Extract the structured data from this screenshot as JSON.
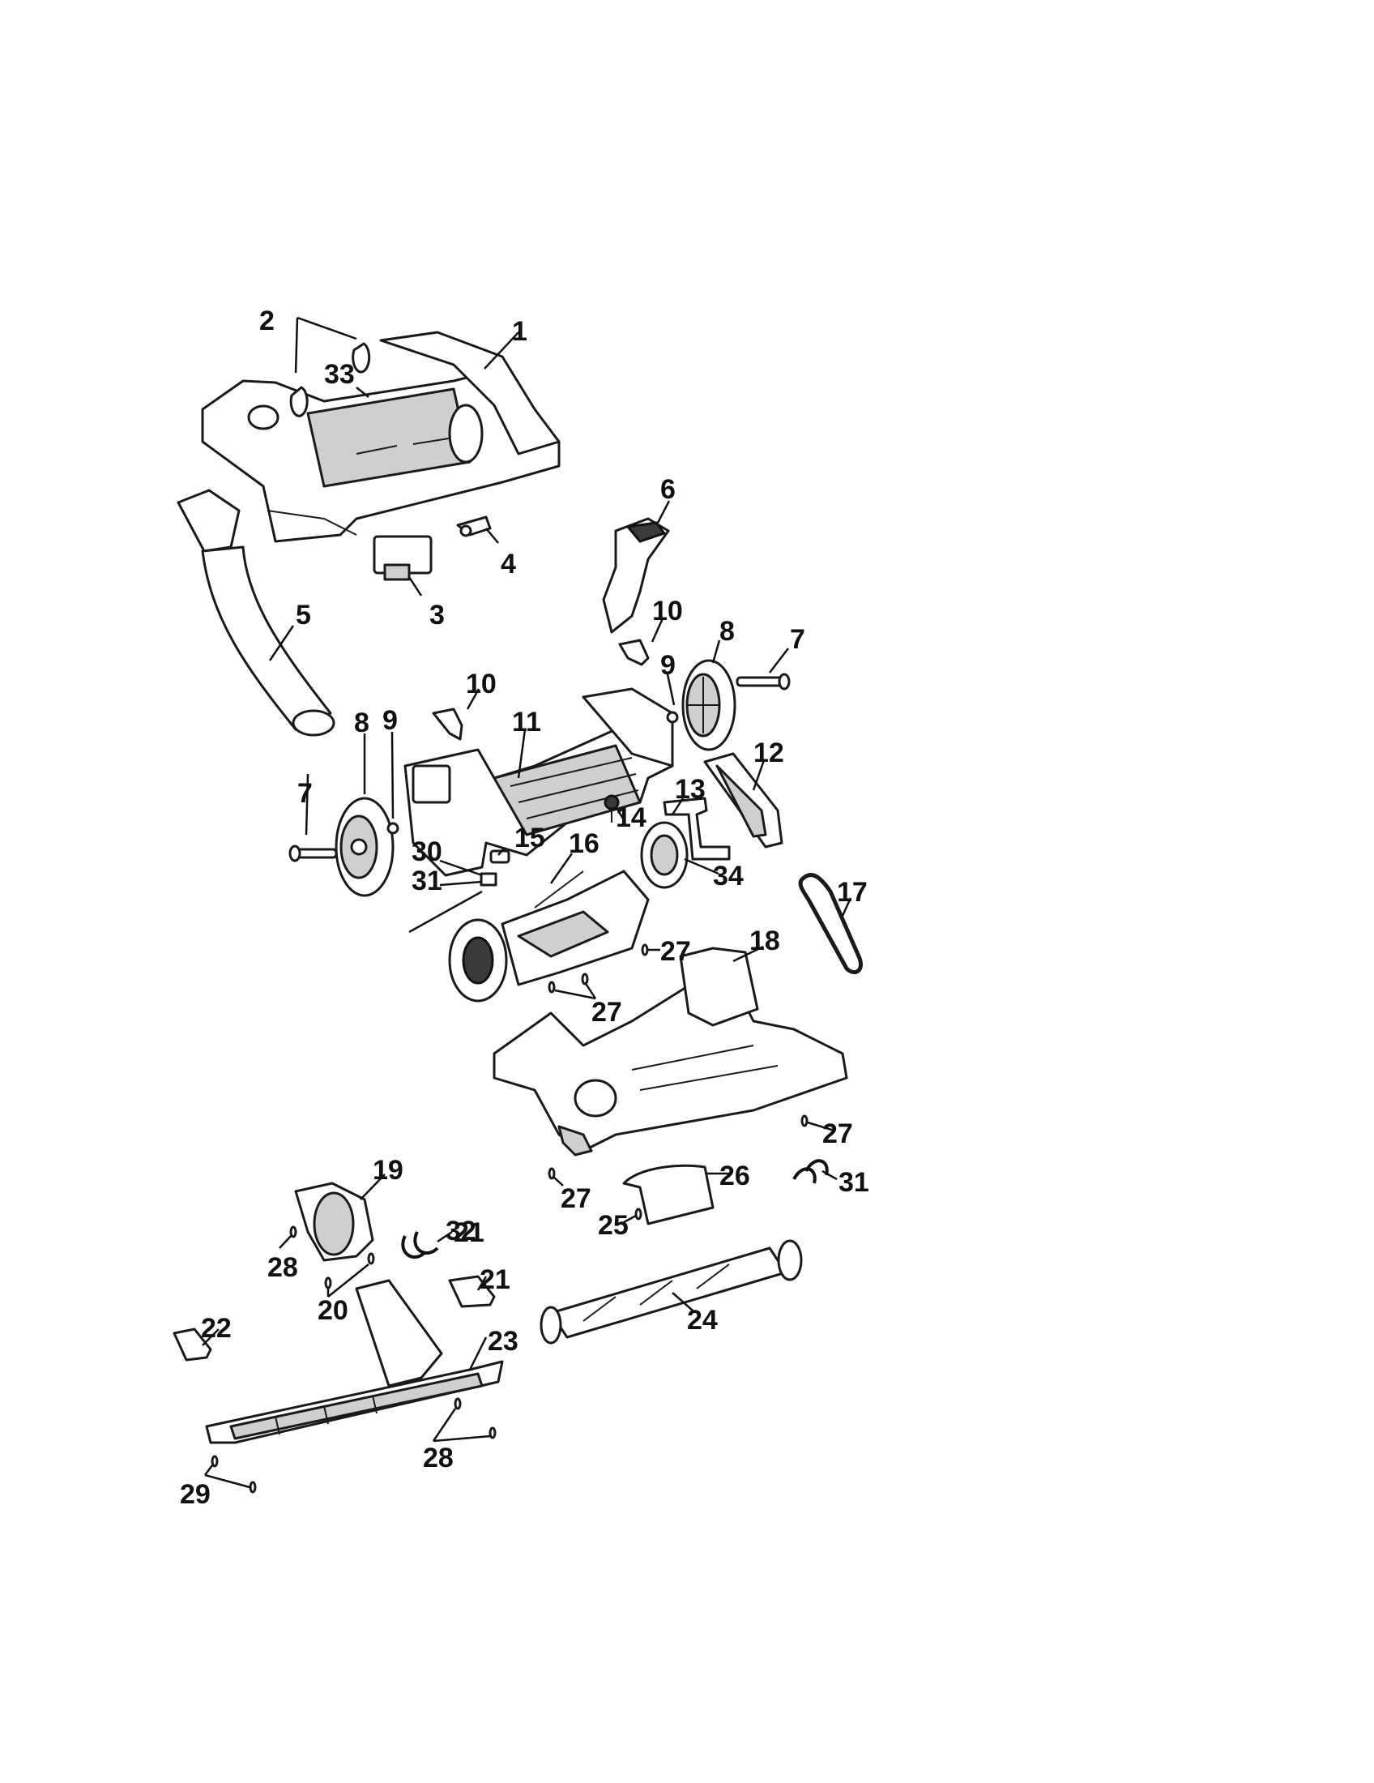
{
  "diagram": {
    "colors": {
      "line": "#1a1a1a",
      "fill_light": "#ffffff",
      "fill_grey": "#cfcfcf",
      "background": "#ffffff"
    },
    "callouts": [
      {
        "id": "c1",
        "label": "1"
      },
      {
        "id": "c2",
        "label": "2"
      },
      {
        "id": "c3",
        "label": "3"
      },
      {
        "id": "c4",
        "label": "4"
      },
      {
        "id": "c5",
        "label": "5"
      },
      {
        "id": "c6",
        "label": "6"
      },
      {
        "id": "c7a",
        "label": "7"
      },
      {
        "id": "c7b",
        "label": "7"
      },
      {
        "id": "c8a",
        "label": "8"
      },
      {
        "id": "c8b",
        "label": "8"
      },
      {
        "id": "c9a",
        "label": "9"
      },
      {
        "id": "c9b",
        "label": "9"
      },
      {
        "id": "c10a",
        "label": "10"
      },
      {
        "id": "c10b",
        "label": "10"
      },
      {
        "id": "c11",
        "label": "11"
      },
      {
        "id": "c12",
        "label": "12"
      },
      {
        "id": "c13",
        "label": "13"
      },
      {
        "id": "c14",
        "label": "14"
      },
      {
        "id": "c15",
        "label": "15"
      },
      {
        "id": "c16",
        "label": "16"
      },
      {
        "id": "c17",
        "label": "17"
      },
      {
        "id": "c18",
        "label": "18"
      },
      {
        "id": "c19",
        "label": "19"
      },
      {
        "id": "c20",
        "label": "20"
      },
      {
        "id": "c21a",
        "label": "21"
      },
      {
        "id": "c21b",
        "label": "21"
      },
      {
        "id": "c22",
        "label": "22"
      },
      {
        "id": "c23",
        "label": "23"
      },
      {
        "id": "c24",
        "label": "24"
      },
      {
        "id": "c25",
        "label": "25"
      },
      {
        "id": "c26",
        "label": "26"
      },
      {
        "id": "c27a",
        "label": "27"
      },
      {
        "id": "c27b",
        "label": "27"
      },
      {
        "id": "c27c",
        "label": "27"
      },
      {
        "id": "c27d",
        "label": "27"
      },
      {
        "id": "c28a",
        "label": "28"
      },
      {
        "id": "c28b",
        "label": "28"
      },
      {
        "id": "c29",
        "label": "29"
      },
      {
        "id": "c30",
        "label": "30"
      },
      {
        "id": "c31a",
        "label": "31"
      },
      {
        "id": "c31b",
        "label": "31"
      },
      {
        "id": "c32",
        "label": "32"
      },
      {
        "id": "c33",
        "label": "33"
      },
      {
        "id": "c34",
        "label": "34"
      }
    ]
  }
}
